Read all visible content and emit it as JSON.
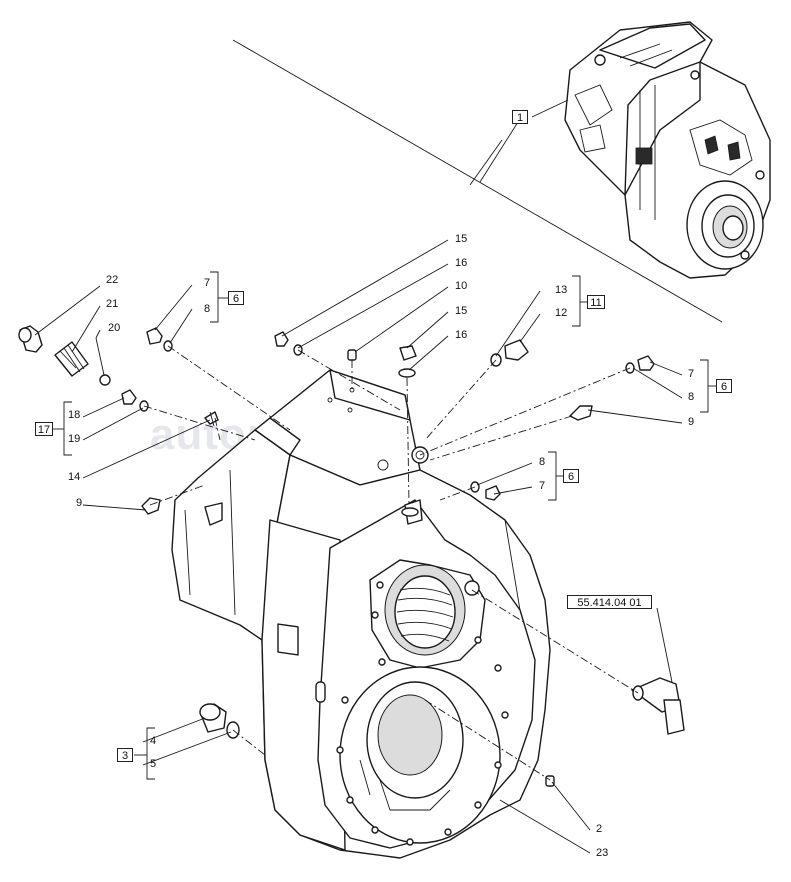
{
  "watermark": "autopiter.ru",
  "reference_code": "55.414.04 01",
  "groups": {
    "g1": "1",
    "g3": "3",
    "g6a": "6",
    "g6b": "6",
    "g6c": "6",
    "g11": "11",
    "g17": "17"
  },
  "callouts": {
    "c2": "2",
    "c4": "4",
    "c5": "5",
    "c7a": "7",
    "c8a": "8",
    "c7b": "7",
    "c8b": "8",
    "c8c": "8",
    "c7c": "7",
    "c9a": "9",
    "c9b": "9",
    "c10": "10",
    "c12": "12",
    "c13": "13",
    "c14": "14",
    "c15a": "15",
    "c15b": "15",
    "c16a": "16",
    "c16b": "16",
    "c18": "18",
    "c19": "19",
    "c20": "20",
    "c21": "21",
    "c22": "22",
    "c23": "23"
  }
}
